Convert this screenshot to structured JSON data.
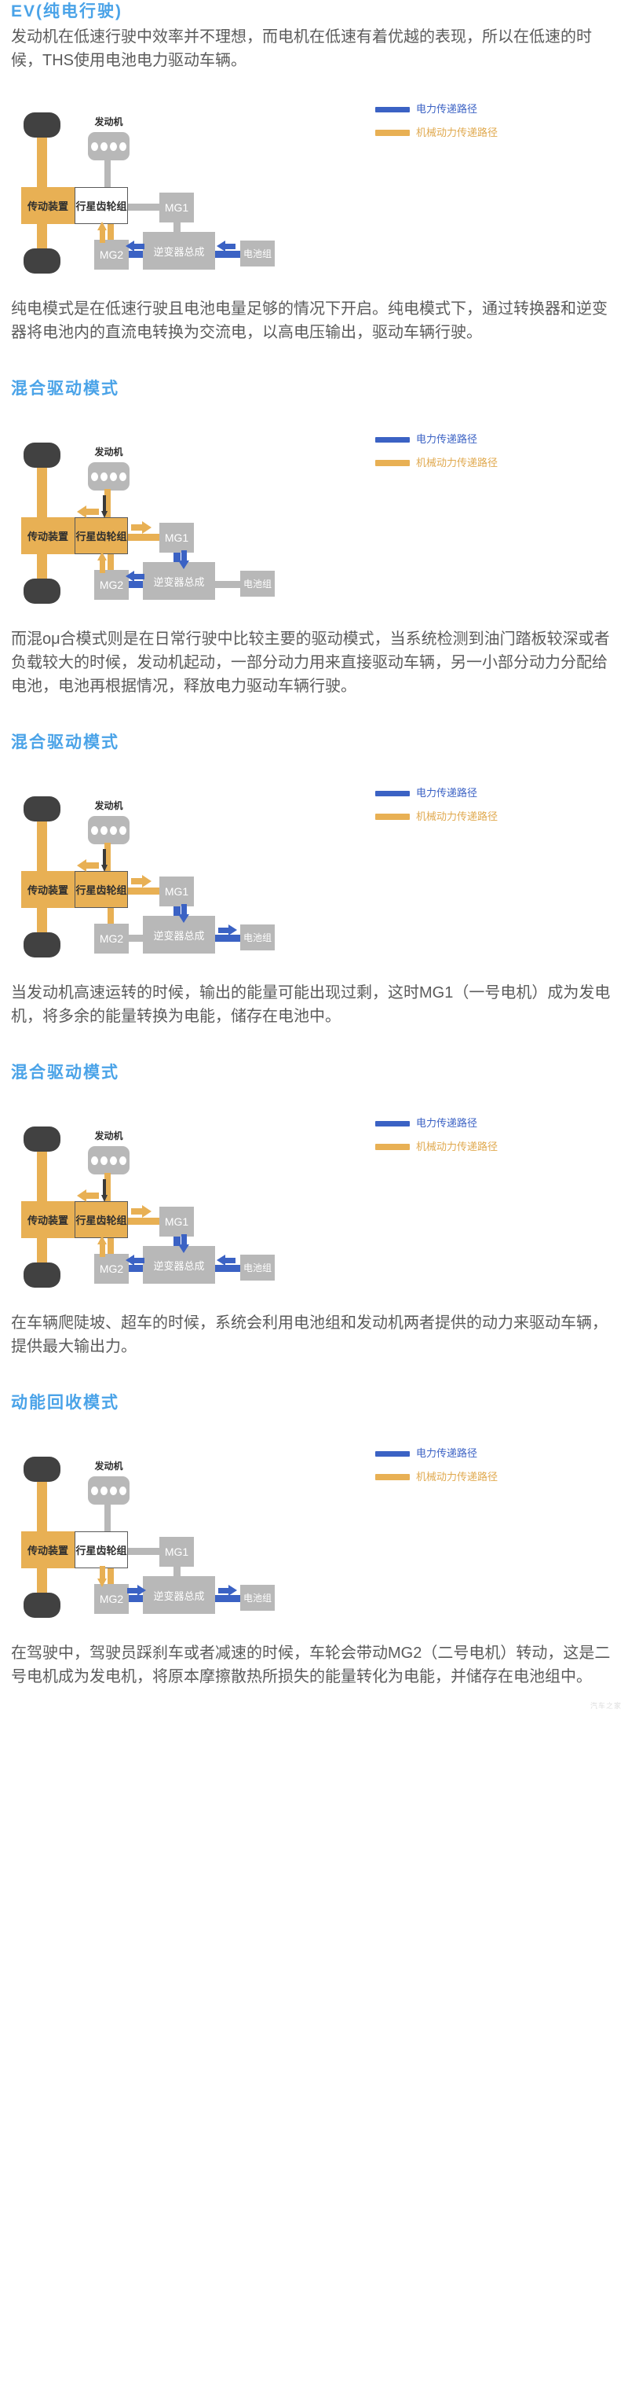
{
  "labels": {
    "engine": "发动机",
    "transmission": "传动装置",
    "planetary": "行星齿轮组",
    "mg1": "MG1",
    "mg2": "MG2",
    "inverter": "逆变器总成",
    "battery": "电池组"
  },
  "legend": {
    "electric": "电力传递路径",
    "mechanical": "机械动力传递路径"
  },
  "colors": {
    "electric": "#3b62c4",
    "mechanical": "#e8b054",
    "heading": "#4aa3e8",
    "component": "#b8b8b8",
    "wheel": "#414141",
    "body_text": "#5b5b5b"
  },
  "watermark": "汽车之家",
  "sections": [
    {
      "heading": "EV(纯电行驶)",
      "intro": "发动机在低速行驶中效率并不理想，而电机在低速有着优越的表现，所以在低速的时候，THS使用电池电力驱动车辆。",
      "caption": "纯电模式是在低速行驶且电池电量足够的情况下开启。纯电模式下，通过转换器和逆变器将电池内的直流电转换为交流电，以高电压输出，驱动车辆行驶。",
      "diagram": {
        "trans_active": true,
        "plan_active": false,
        "engine_stem": "gray",
        "engine_arrow": false,
        "arrow_gear_left": false,
        "arrow_gear_right_mg1": false,
        "plan_mg1_link": "gray",
        "plan_mg2_link": "mech",
        "arrow_mg2_up": true,
        "mg1_inv_link": "gray",
        "arrow_mg1_inv_down": false,
        "mg2_inv_link": "blue",
        "arrow_inv_mg2_left": true,
        "arrow_mg2_inv_right": false,
        "inv_bat_link": "blue",
        "arrow_bat_inv_left": true,
        "arrow_inv_bat_right": false
      }
    },
    {
      "heading": "混合驱动模式",
      "intro": "",
      "caption": "而混ομ合模式则是在日常行驶中比较主要的驱动模式，当系统检测到油门踏板较深或者负载较大的时候，发动机起动，一部分动力用来直接驱动车辆，另一小部分动力分配给电池，电池再根据情况，释放电力驱动车辆行驶。",
      "diagram": {
        "trans_active": true,
        "plan_active": true,
        "engine_stem": "mech",
        "engine_arrow": true,
        "arrow_gear_left": true,
        "arrow_gear_right_mg1": true,
        "plan_mg1_link": "mech",
        "plan_mg2_link": "mech",
        "arrow_mg2_up": true,
        "mg1_inv_link": "blue",
        "arrow_mg1_inv_down": true,
        "mg2_inv_link": "blue",
        "arrow_inv_mg2_left": true,
        "arrow_mg2_inv_right": false,
        "inv_bat_link": "gray",
        "arrow_bat_inv_left": false,
        "arrow_inv_bat_right": false
      }
    },
    {
      "heading": "混合驱动模式",
      "intro": "",
      "caption": "当发动机高速运转的时候，输出的能量可能出现过剩，这时MG1（一号电机）成为发电机，将多余的能量转换为电能，储存在电池中。",
      "diagram": {
        "trans_active": true,
        "plan_active": true,
        "engine_stem": "mech",
        "engine_arrow": true,
        "arrow_gear_left": true,
        "arrow_gear_right_mg1": true,
        "plan_mg1_link": "mech",
        "plan_mg2_link": "mech",
        "arrow_mg2_up": false,
        "mg1_inv_link": "blue",
        "arrow_mg1_inv_down": true,
        "mg2_inv_link": "gray",
        "arrow_inv_mg2_left": false,
        "arrow_mg2_inv_right": false,
        "inv_bat_link": "blue",
        "arrow_bat_inv_left": false,
        "arrow_inv_bat_right": true
      }
    },
    {
      "heading": "混合驱动模式",
      "intro": "",
      "caption": "在车辆爬陡坡、超车的时候，系统会利用电池组和发动机两者提供的动力来驱动车辆，提供最大输出力。",
      "diagram": {
        "trans_active": true,
        "plan_active": true,
        "engine_stem": "mech",
        "engine_arrow": true,
        "arrow_gear_left": true,
        "arrow_gear_right_mg1": true,
        "plan_mg1_link": "mech",
        "plan_mg2_link": "mech",
        "arrow_mg2_up": true,
        "mg1_inv_link": "blue",
        "arrow_mg1_inv_down": true,
        "mg2_inv_link": "blue",
        "arrow_inv_mg2_left": true,
        "arrow_mg2_inv_right": false,
        "inv_bat_link": "blue",
        "arrow_bat_inv_left": true,
        "arrow_inv_bat_right": false
      }
    },
    {
      "heading": "动能回收模式",
      "intro": "",
      "caption": "在驾驶中，驾驶员踩刹车或者减速的时候，车轮会带动MG2（二号电机）转动，这是二号电机成为发电机，将原本摩擦散热所损失的能量转化为电能，并储存在电池组中。",
      "diagram": {
        "trans_active": true,
        "plan_active": false,
        "engine_stem": "gray",
        "engine_arrow": false,
        "arrow_gear_left": false,
        "arrow_gear_right_mg1": false,
        "plan_mg1_link": "gray",
        "plan_mg2_link": "mech",
        "arrow_mg2_up": false,
        "arrow_mg2_down": true,
        "mg1_inv_link": "gray",
        "arrow_mg1_inv_down": false,
        "mg2_inv_link": "blue",
        "arrow_inv_mg2_left": false,
        "arrow_mg2_inv_right": true,
        "inv_bat_link": "blue",
        "arrow_bat_inv_left": false,
        "arrow_inv_bat_right": true
      }
    }
  ]
}
